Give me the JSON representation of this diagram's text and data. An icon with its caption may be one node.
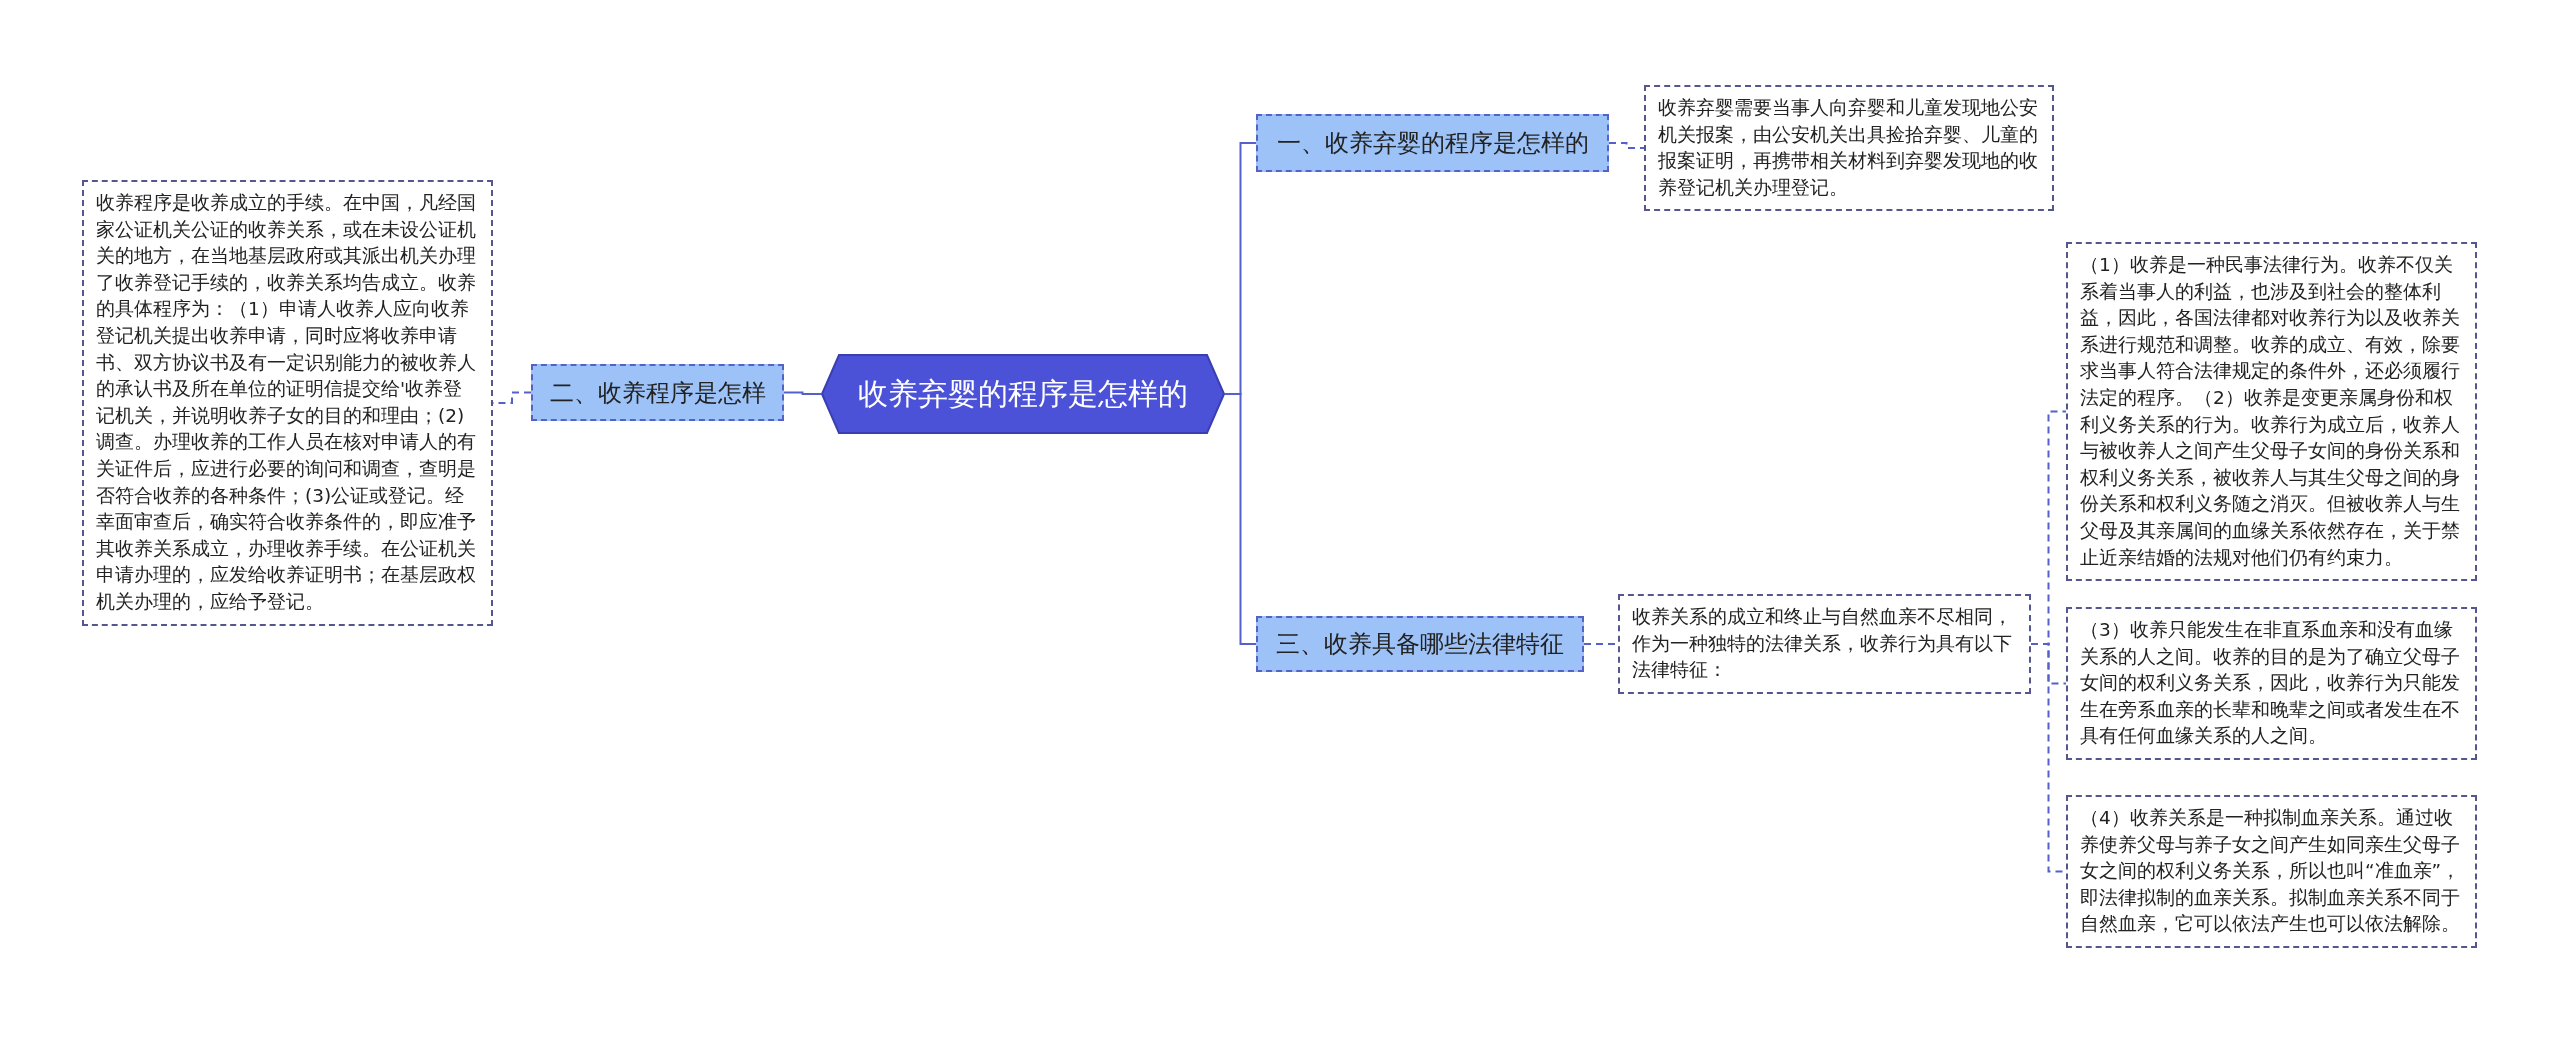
{
  "diagram": {
    "nodes": [
      {
        "text": [
          "收养弃婴的程序是怎样的"
        ]
      },
      {
        "text": [
          "一、收养弃婴的程序是怎样的"
        ]
      },
      {
        "text": [
          "收养弃婴需要当事人向弃婴和儿童发现地公安机关报案，由公安机关出具捡拾弃婴、儿童的报案证明，再携带相关材料到弃婴发现地的收养登记机关办理登记。"
        ]
      },
      {
        "text": [
          "二、收养程序是怎样"
        ]
      },
      {
        "text": [
          "收养程序是收养成立的手续。在中国，凡经国家公证机关公证的收养关系，或在未设公证机关的地方，在当地基层政府或其派出机关办理了收养登记手续的，收养关系均告成立。收养的具体程序为：（1）申请人收养人应向收养登记机关提出收养申请，同时应将收养申请书、双方协议书及有一定识别能力的被收养人的承认书及所在单位的证明信提交给'收养登记机关，并说明收养子女的目的和理由；(2)调查。办理收养的工作人员在核对申请人的有关证件后，应进行必要的询问和调查，查明是否符合收养的各种条件；(3)公证或登记。经幸面审查后，确实符合收养条件的，即应准予其收养关系成立，办理收养手续。在公证机关申请办理的，应发给收养证明书；在基层政权机关办理的，应给予登记。"
        ]
      },
      {
        "text": [
          "三、收养具备哪些法律特征"
        ]
      },
      {
        "text": [
          "收养关系的成立和终止与自然血亲不尽相同，作为一种独特的法律关系，收养行为具有以下法律特征："
        ]
      },
      {
        "text": [
          "（1）收养是一种民事法律行为。收养不仅关系着当事人的利益，也涉及到社会的整体利益，因此，各国法律都对收养行为以及收养关系进行规范和调整。收养的成立、有效，除要求当事人符合法律规定的条件外，还必须履行法定的程序。（2）收养是变更亲属身份和权利义务关系的行为。收养行为成立后，收养人与被收养人之间产生父母子女间的身份关系和权利义务关系，被收养人与其生父母之间的身份关系和权利义务随之消灭。但被收养人与生父母及其亲属间的血缘关系依然存在，关于禁止近亲结婚的法规对他们仍有约束力。"
        ]
      },
      {
        "text": [
          "（3）收养只能发生在非直系血亲和没有血缘关系的人之间。收养的目的是为了确立父母子女间的权利义务关系，因此，收养行为只能发生在旁系血亲的长辈和晚辈之间或者发生在不具有任何血缘关系的人之间。"
        ]
      },
      {
        "text": [
          "（4）收养关系是一种拟制血亲关系。通过收养使养父母与养子女之间产生如同亲生父母子女之间的权利义务关系，所以也叫“准血亲”，即法律拟制的血亲关系。拟制血亲关系不同于自然血亲，它可以依法产生也可以依法解除。"
        ]
      }
    ],
    "edges": [
      {
        "from": 0,
        "to": 1,
        "arrow": "none"
      },
      {
        "from": 1,
        "to": 2,
        "arrow": "none",
        "style": "dashed"
      },
      {
        "from": 0,
        "to": 3,
        "arrow": "none"
      },
      {
        "from": 3,
        "to": 4,
        "arrow": "none",
        "style": "dashed"
      },
      {
        "from": 0,
        "to": 5,
        "arrow": "none"
      },
      {
        "from": 5,
        "to": 6,
        "arrow": "none",
        "style": "dashed"
      },
      {
        "from": 6,
        "to": 7,
        "arrow": "none",
        "style": "dashed"
      },
      {
        "from": 6,
        "to": 8,
        "arrow": "none",
        "style": "dashed"
      },
      {
        "from": 6,
        "to": 9,
        "arrow": "none",
        "style": "dashed"
      }
    ]
  }
}
